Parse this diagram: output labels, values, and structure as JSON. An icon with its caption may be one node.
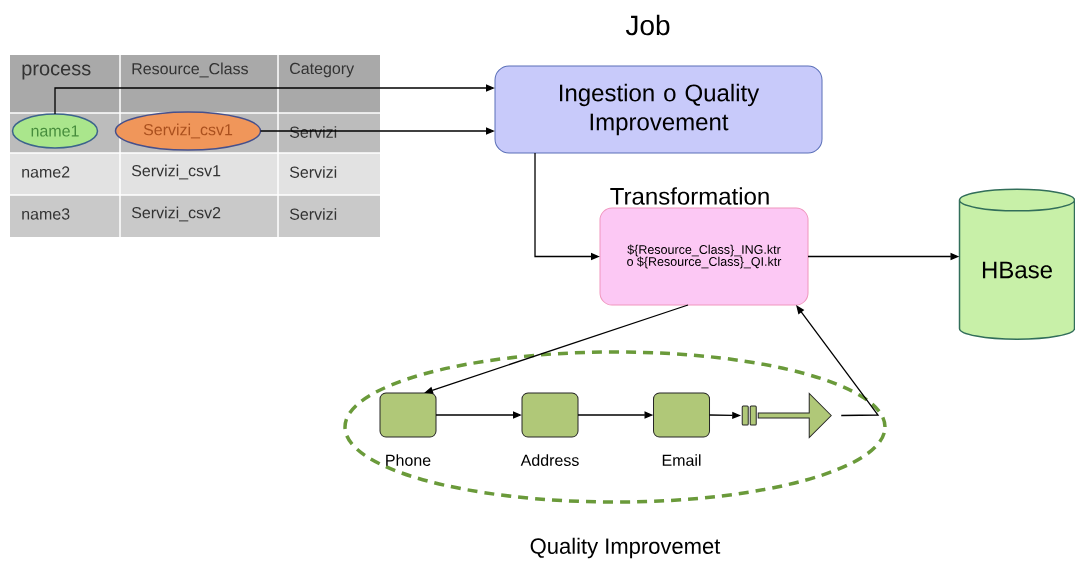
{
  "diagram": {
    "nodes": [
      {
        "text": [
          "Job",
          "Ingestion o Quality Improvement"
        ]
      },
      {
        "text": [
          "name1"
        ]
      },
      {
        "text": [
          "Servizi_csv1"
        ]
      },
      {
        "text": [
          "Transformation",
          "${Resource_Class}_ING.ktr o ${Resource_Class}_QI.ktr"
        ]
      },
      {
        "text": [
          "HBase"
        ]
      },
      {
        "text": [
          "Quality Improvemet"
        ]
      },
      {
        "text": [
          "Phone"
        ],
        "in": 5
      },
      {
        "text": [
          "Address"
        ],
        "in": 5
      },
      {
        "text": [
          "Email"
        ],
        "in": 5
      },
      {
        "text": [],
        "shape": "arrow",
        "in": 5
      }
    ],
    "edges": [
      {
        "from": 1,
        "to": 0,
        "arrow": "to"
      },
      {
        "from": 2,
        "to": 0,
        "arrow": "to"
      },
      {
        "from": 0,
        "to": 3,
        "arrow": "to"
      },
      {
        "from": 3,
        "to": 4,
        "arrow": "to"
      },
      {
        "from": 3,
        "to": 6,
        "arrow": "to"
      },
      {
        "from": 6,
        "to": 7,
        "arrow": "to"
      },
      {
        "from": 7,
        "to": 8,
        "arrow": "to"
      },
      {
        "from": 8,
        "to": 9,
        "arrow": "to"
      },
      {
        "from": 9,
        "to": 3,
        "arrow": "to"
      }
    ],
    "labels": [
      "process",
      "Resource_Class",
      "Category",
      "Servizi",
      "name2",
      "Servizi_csv1",
      "Servizi",
      "name3",
      "Servizi_csv2",
      "Servizi"
    ]
  }
}
